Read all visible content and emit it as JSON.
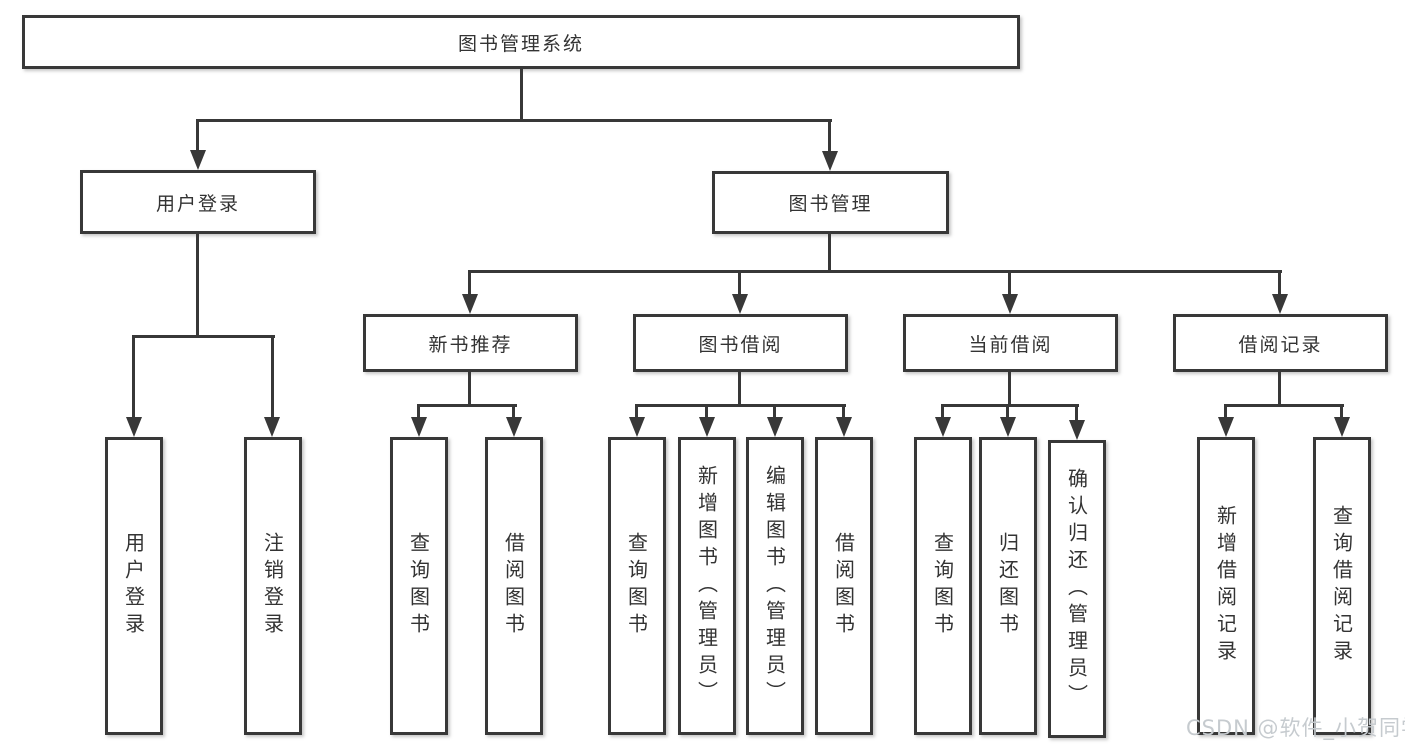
{
  "tree": {
    "root": {
      "label": "图书管理系统"
    },
    "branches": [
      {
        "label": "用户登录",
        "children": [
          {
            "label": "用户登录"
          },
          {
            "label": "注销登录"
          }
        ]
      },
      {
        "label": "图书管理",
        "children": [
          {
            "label": "新书推荐",
            "children": [
              {
                "label": "查询图书"
              },
              {
                "label": "借阅图书"
              }
            ]
          },
          {
            "label": "图书借阅",
            "children": [
              {
                "label": "查询图书"
              },
              {
                "label": "新增图书（管理员）"
              },
              {
                "label": "编辑图书（管理员）"
              },
              {
                "label": "借阅图书"
              }
            ]
          },
          {
            "label": "当前借阅",
            "children": [
              {
                "label": "查询图书"
              },
              {
                "label": "归还图书"
              },
              {
                "label": "确认归还（管理员）"
              }
            ]
          },
          {
            "label": "借阅记录",
            "children": [
              {
                "label": "新增借阅记录"
              },
              {
                "label": "查询借阅记录"
              }
            ]
          }
        ]
      }
    ]
  },
  "watermark": {
    "text": "CSDN @软件_小贺同学",
    "color": "#c6cbcf"
  },
  "colors": {
    "line": "#383838",
    "box_border": "#383838",
    "box_fill": "#ffffff",
    "text": "#333333",
    "background": "#ffffff"
  }
}
